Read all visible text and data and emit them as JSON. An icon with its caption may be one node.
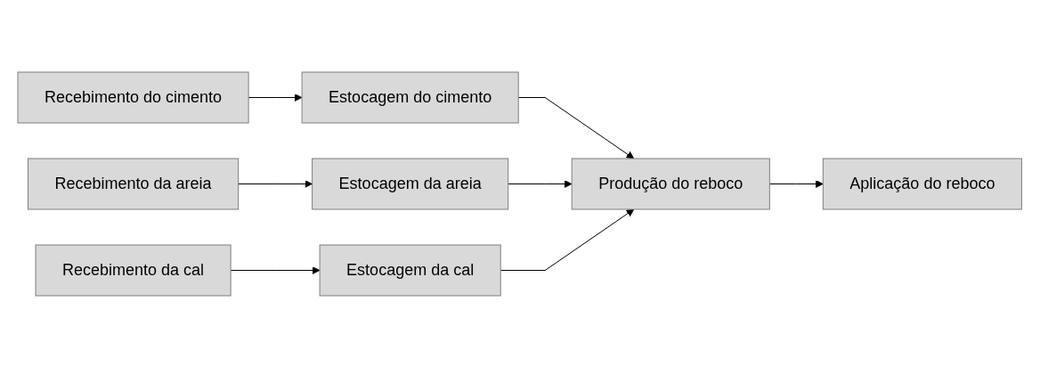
{
  "diagram": {
    "nodes": [
      {
        "text": [
          "Recebimento do cimento"
        ]
      },
      {
        "text": [
          "Estocagem do cimento"
        ]
      },
      {
        "text": [
          "Recebimento da areia"
        ]
      },
      {
        "text": [
          "Estocagem da areia"
        ]
      },
      {
        "text": [
          "Produção do reboco"
        ]
      },
      {
        "text": [
          "Aplicação do reboco"
        ]
      },
      {
        "text": [
          "Recebimento da cal"
        ]
      },
      {
        "text": [
          "Estocagem da cal"
        ]
      }
    ],
    "edges": [
      {
        "from": 0,
        "to": 1,
        "arrow": "to"
      },
      {
        "from": 2,
        "to": 3,
        "arrow": "to"
      },
      {
        "from": 6,
        "to": 7,
        "arrow": "to"
      },
      {
        "from": 1,
        "to": 4,
        "arrow": "to"
      },
      {
        "from": 3,
        "to": 4,
        "arrow": "to"
      },
      {
        "from": 7,
        "to": 4,
        "arrow": "to"
      },
      {
        "from": 4,
        "to": 5,
        "arrow": "to"
      }
    ]
  }
}
